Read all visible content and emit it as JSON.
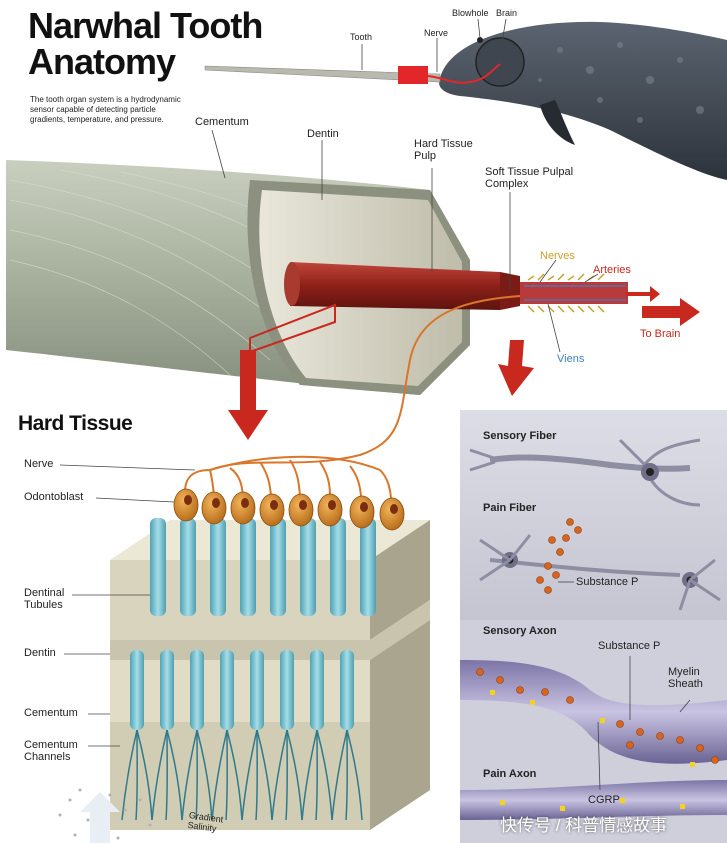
{
  "title": "Narwhal Tooth Anatomy",
  "description": "The tooth organ system is a hydrodynamic sensor capable of detecting particle gradients, temperature, and pressure.",
  "top_labels": {
    "tooth": "Tooth",
    "nerve": "Nerve",
    "blowhole": "Blowhole",
    "brain": "Brain"
  },
  "cross_section_labels": {
    "cementum": "Cementum",
    "dentin": "Dentin",
    "hard_tissue_pulp": "Hard Tissue Pulp",
    "soft_tissue_pulpal_complex": "Soft Tissue Pulpal Complex",
    "nerves": "Nerves",
    "arteries": "Arteries",
    "viens": "Viens",
    "to_brain": "To Brain"
  },
  "hard_tissue": {
    "heading": "Hard Tissue",
    "nerve": "Nerve",
    "odontoblast": "Odontoblast",
    "dentinal_tubules": "Dentinal Tubules",
    "dentin": "Dentin",
    "cementum": "Cementum",
    "cementum_channels": "Cementum Channels",
    "gradient_salinity": "Gradient Salinity"
  },
  "fiber_panel": {
    "sensory_fiber": "Sensory Fiber",
    "pain_fiber": "Pain Fiber",
    "substance_p": "Substance P"
  },
  "axon_panel": {
    "sensory_axon": "Sensory Axon",
    "substance_p": "Substance P",
    "myelin_sheath": "Myelin Sheath",
    "pain_axon": "Pain Axon",
    "cgrp": "CGRP"
  },
  "watermark": "快传号 / 科普情感故事",
  "colors": {
    "nerve_orange": "#d9762a",
    "arrow_red": "#c8281e",
    "pulp_red": "#9e2a22",
    "tubule_teal": "#7cc6d6",
    "nerves_label": "#c9a027",
    "arteries_label": "#c8281e",
    "viens_label": "#3f7fc2"
  },
  "icons": [
    "narwhal-head",
    "tooth-cross-section",
    "odontoblast-cell",
    "neuron-cell",
    "axon-tube",
    "direction-arrow"
  ]
}
